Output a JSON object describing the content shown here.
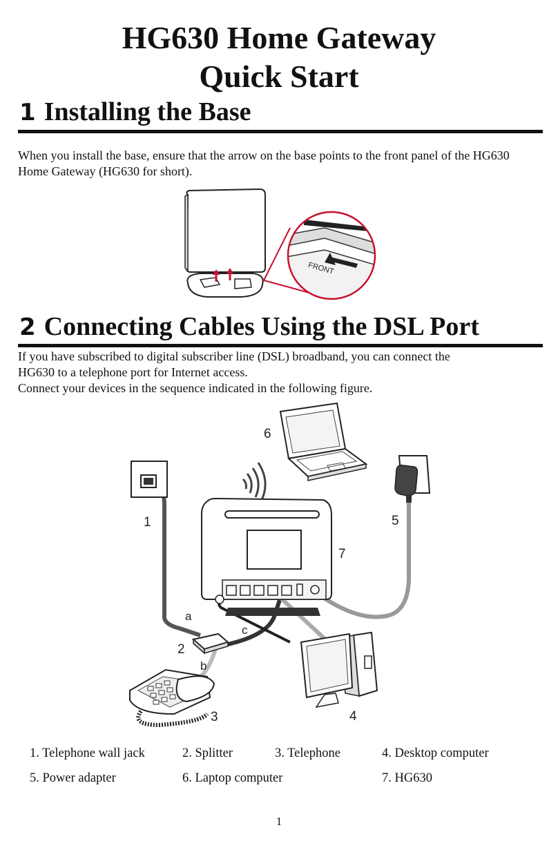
{
  "title": {
    "line1": "HG630 Home Gateway",
    "line2": "Quick Start"
  },
  "section1": {
    "number": "1",
    "heading": "Installing the Base",
    "paragraph": "When you install the base, ensure that the arrow on the base points to the front panel of the HG630 Home Gateway (HG630 for short).",
    "figure": {
      "front_label": "FRONT"
    }
  },
  "section2": {
    "number": "2",
    "heading": "Connecting Cables Using the DSL Port",
    "paragraph_lines": [
      "If you have subscribed to digital subscriber line (DSL) broadband, you can connect the",
      "HG630 to a telephone port for Internet access.",
      "Connect your devices in the sequence indicated in the following figure."
    ],
    "figure_labels": {
      "n1": "1",
      "n2": "2",
      "n3": "3",
      "n4": "4",
      "n5": "5",
      "n6": "6",
      "n7": "7",
      "a": "a",
      "b": "b",
      "c": "c"
    },
    "captions": [
      "1. Telephone wall jack",
      "2. Splitter",
      "3. Telephone",
      "4. Desktop computer",
      "5. Power adapter",
      "6. Laptop computer",
      "7. HG630"
    ]
  },
  "page_number": "1"
}
